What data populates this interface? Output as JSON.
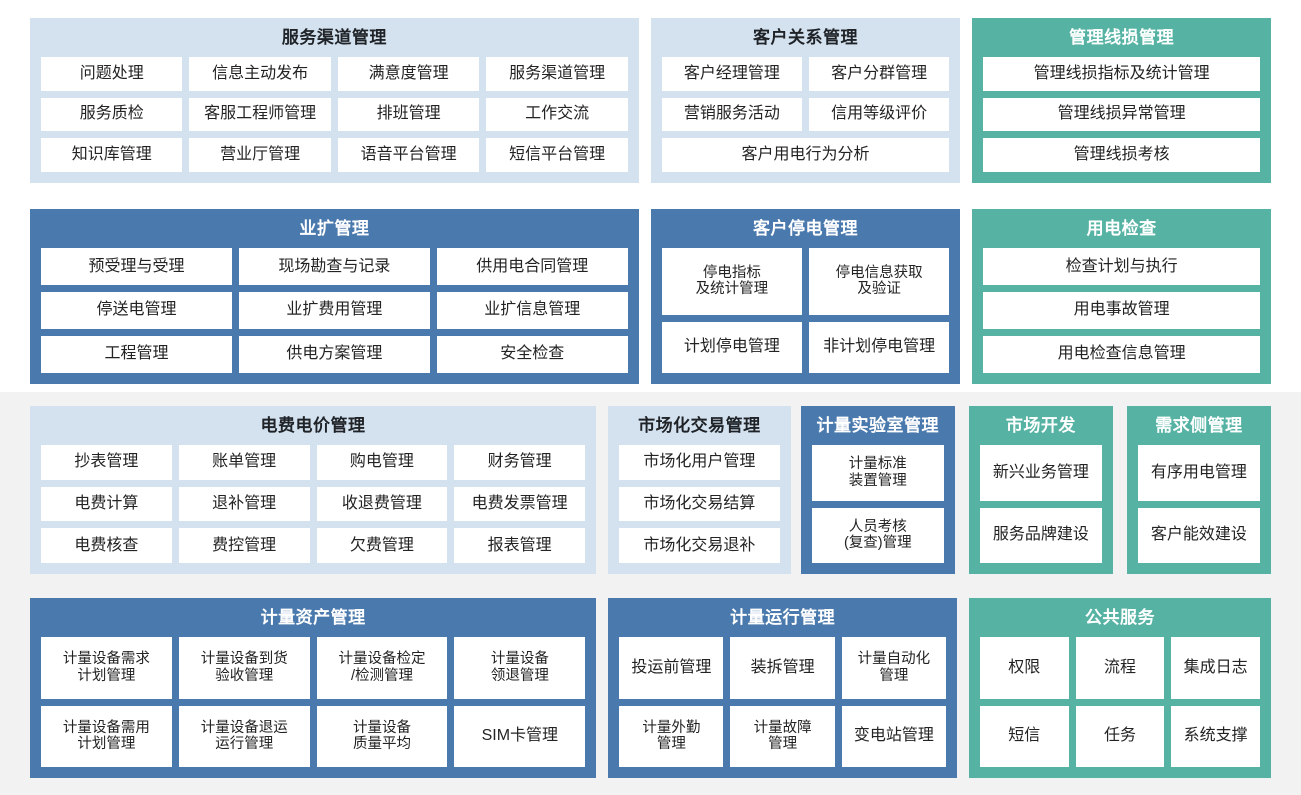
{
  "theme": {
    "page_background": "#ffffff",
    "band_background": "#f2f2f2",
    "panel_light_blue": "#d4e2f0",
    "panel_dark_blue": "#4a79ad",
    "panel_teal": "#56b3a4",
    "tile_background": "#ffffff",
    "tile_text": "#232323",
    "title_dark_text": "#1f2327",
    "title_light_text": "#ffffff"
  },
  "bands": [
    {
      "id": "band-1",
      "panels": [
        {
          "id": "panel-service",
          "title": "服务渠道管理",
          "style": "blue-light",
          "rows": [
            [
              "问题处理",
              "信息主动发布",
              "满意度管理",
              "服务渠道管理"
            ],
            [
              "服务质检",
              "客服工程师管理",
              "排班管理",
              "工作交流"
            ],
            [
              "知识库管理",
              "营业厅管理",
              "语音平台管理",
              "短信平台管理"
            ]
          ]
        },
        {
          "id": "panel-crm",
          "title": "客户关系管理",
          "style": "blue-light",
          "rows": [
            [
              "客户经理管理",
              "客户分群管理"
            ],
            [
              "营销服务活动",
              "信用等级评价"
            ],
            [
              "客户用电行为分析"
            ]
          ]
        },
        {
          "id": "panel-lineloss",
          "title": "管理线损管理",
          "style": "teal",
          "rows": [
            [
              "管理线损指标及统计管理"
            ],
            [
              "管理线损异常管理"
            ],
            [
              "管理线损考核"
            ]
          ]
        }
      ]
    },
    {
      "id": "band-2",
      "panels": [
        {
          "id": "panel-expansion",
          "title": "业扩管理",
          "style": "blue-dark",
          "rows": [
            [
              "预受理与受理",
              "现场勘查与记录",
              "供用电合同管理"
            ],
            [
              "停送电管理",
              "业扩费用管理",
              "业扩信息管理"
            ],
            [
              "工程管理",
              "供电方案管理",
              "安全检查"
            ]
          ]
        },
        {
          "id": "panel-outage",
          "title": "客户停电管理",
          "style": "blue-dark",
          "rows": [
            [
              "停电指标\n及统计管理",
              "停电信息获取\n及验证"
            ],
            [
              "计划停电管理",
              "非计划停电管理"
            ]
          ]
        },
        {
          "id": "panel-inspection",
          "title": "用电检查",
          "style": "teal",
          "rows": [
            [
              "检查计划与执行"
            ],
            [
              "用电事故管理"
            ],
            [
              "用电检查信息管理"
            ]
          ]
        }
      ]
    },
    {
      "id": "band-3",
      "panels": [
        {
          "id": "panel-tariff",
          "title": "电费电价管理",
          "style": "blue-light",
          "rows": [
            [
              "抄表管理",
              "账单管理",
              "购电管理",
              "财务管理"
            ],
            [
              "电费计算",
              "退补管理",
              "收退费管理",
              "电费发票管理"
            ],
            [
              "电费核查",
              "费控管理",
              "欠费管理",
              "报表管理"
            ]
          ]
        },
        {
          "id": "panel-market-trade",
          "title": "市场化交易管理",
          "style": "blue-light",
          "rows": [
            [
              "市场化用户管理"
            ],
            [
              "市场化交易结算"
            ],
            [
              "市场化交易退补"
            ]
          ]
        },
        {
          "id": "panel-metlab",
          "title": "计量实验室管理",
          "style": "blue-dark",
          "rows": [
            [
              "计量标准\n装置管理"
            ],
            [
              "人员考核\n(复查)管理"
            ]
          ]
        },
        {
          "id": "panel-marketdev",
          "title": "市场开发",
          "style": "teal",
          "rows": [
            [
              "新兴业务管理"
            ],
            [
              "服务品牌建设"
            ]
          ]
        },
        {
          "id": "panel-demandside",
          "title": "需求侧管理",
          "style": "teal",
          "rows": [
            [
              "有序用电管理"
            ],
            [
              "客户能效建设"
            ]
          ]
        }
      ]
    },
    {
      "id": "band-4",
      "panels": [
        {
          "id": "panel-metasset",
          "title": "计量资产管理",
          "style": "blue-dark",
          "rows": [
            [
              "计量设备需求\n计划管理",
              "计量设备到货\n验收管理",
              "计量设备检定\n/检测管理",
              "计量设备\n领退管理"
            ],
            [
              "计量设备需用\n计划管理",
              "计量设备退运\n运行管理",
              "计量设备\n质量平均",
              "SIM卡管理"
            ]
          ]
        },
        {
          "id": "panel-metrun",
          "title": "计量运行管理",
          "style": "blue-dark",
          "rows": [
            [
              "投运前管理",
              "装拆管理",
              "计量自动化\n管理"
            ],
            [
              "计量外勤\n管理",
              "计量故障\n管理",
              "变电站管理"
            ]
          ]
        },
        {
          "id": "panel-pubsvc",
          "title": "公共服务",
          "style": "teal",
          "rows": [
            [
              "权限",
              "流程",
              "集成日志"
            ],
            [
              "短信",
              "任务",
              "系统支撑"
            ]
          ]
        }
      ]
    }
  ]
}
